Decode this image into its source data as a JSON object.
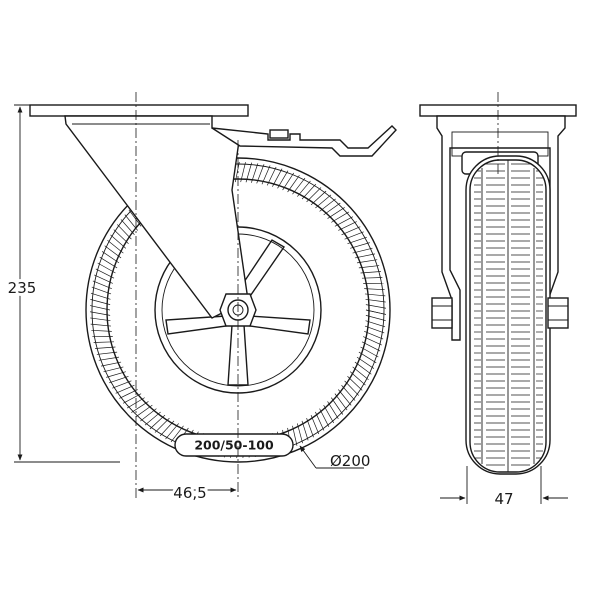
{
  "dimensions": {
    "height": "235",
    "offset": "46,5",
    "diameter": "Ø200",
    "width": "47"
  },
  "tire_marking": "200/50-100"
}
